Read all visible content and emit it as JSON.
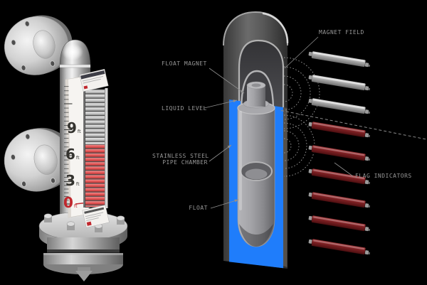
{
  "scene": {
    "description_domain": "magnetic level gauge cutaway illustration",
    "background_color": "#000000"
  },
  "left_gauge": {
    "scale": {
      "marks": [
        {
          "value": "9",
          "unit": "ft"
        },
        {
          "value": "6",
          "unit": "ft"
        },
        {
          "value": "3",
          "unit": "ft"
        },
        {
          "value": "0",
          "unit": "ft",
          "color": "#c0272d"
        }
      ]
    }
  },
  "cutaway": {
    "labels": {
      "magnet_field": "MAGNET FIELD",
      "float_magnet": "FLOAT MAGNET",
      "liquid_level": "LIQUID LEVEL",
      "pipe_chamber_line1": "STAINLESS STEEL",
      "pipe_chamber_line2": "PIPE CHAMBER",
      "float": "FLOAT",
      "flag_indicators": "FLAG INDICATORS"
    },
    "flag_indicators": {
      "count": 9,
      "inactive_count": 3,
      "active_count": 6
    }
  },
  "colors": {
    "liquid_blue": "#1f7dfb",
    "flag_active_red": "#7b1f22",
    "flag_inactive_silver": "#a6a6a6",
    "gauge_flag_red": "#e25555",
    "scale_zero_red": "#c0272d",
    "annotation_text": "#979797",
    "pipe_dark_gray": "#4a4a4a",
    "metal_light": "#d9d9d9"
  }
}
